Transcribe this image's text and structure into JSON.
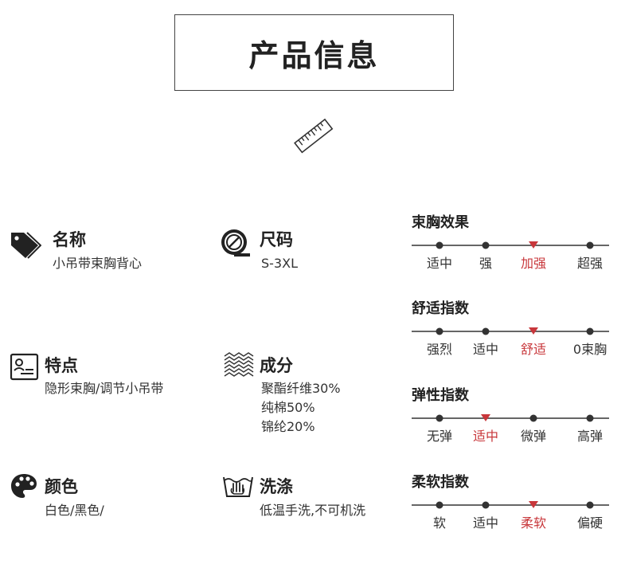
{
  "header": {
    "title": "产品信息",
    "ruler_icon": "ruler-icon"
  },
  "attributes": {
    "name": {
      "label": "名称",
      "value": "小吊带束胸背心",
      "icon": "tag-icon"
    },
    "size": {
      "label": "尺码",
      "value": "S-3XL",
      "icon": "tape-measure-icon"
    },
    "feature": {
      "label": "特点",
      "value": "隐形束胸/调节小吊带",
      "icon": "id-card-icon"
    },
    "material": {
      "label": "成分",
      "values": [
        "聚酯纤维30%",
        "纯棉50%",
        "锦纶20%"
      ],
      "icon": "fabric-weave-icon"
    },
    "color": {
      "label": "颜色",
      "value": "白色/黑色/",
      "icon": "palette-icon"
    },
    "wash": {
      "label": "洗涤",
      "value": "低温手洗,不可机洗",
      "icon": "hand-wash-icon"
    }
  },
  "scales": [
    {
      "title": "束胸效果",
      "options": [
        "适中",
        "强",
        "加强",
        "超强"
      ],
      "selected_index": 2
    },
    {
      "title": "舒适指数",
      "options": [
        "强烈",
        "适中",
        "舒适",
        "0束胸"
      ],
      "selected_index": 2
    },
    {
      "title": "弹性指数",
      "options": [
        "无弹",
        "适中",
        "微弹",
        "高弹"
      ],
      "selected_index": 1
    },
    {
      "title": "柔软指数",
      "options": [
        "软",
        "适中",
        "柔软",
        "偏硬"
      ],
      "selected_index": 2
    }
  ],
  "colors": {
    "accent": "#c8373b",
    "text": "#222222",
    "line": "#333333"
  }
}
